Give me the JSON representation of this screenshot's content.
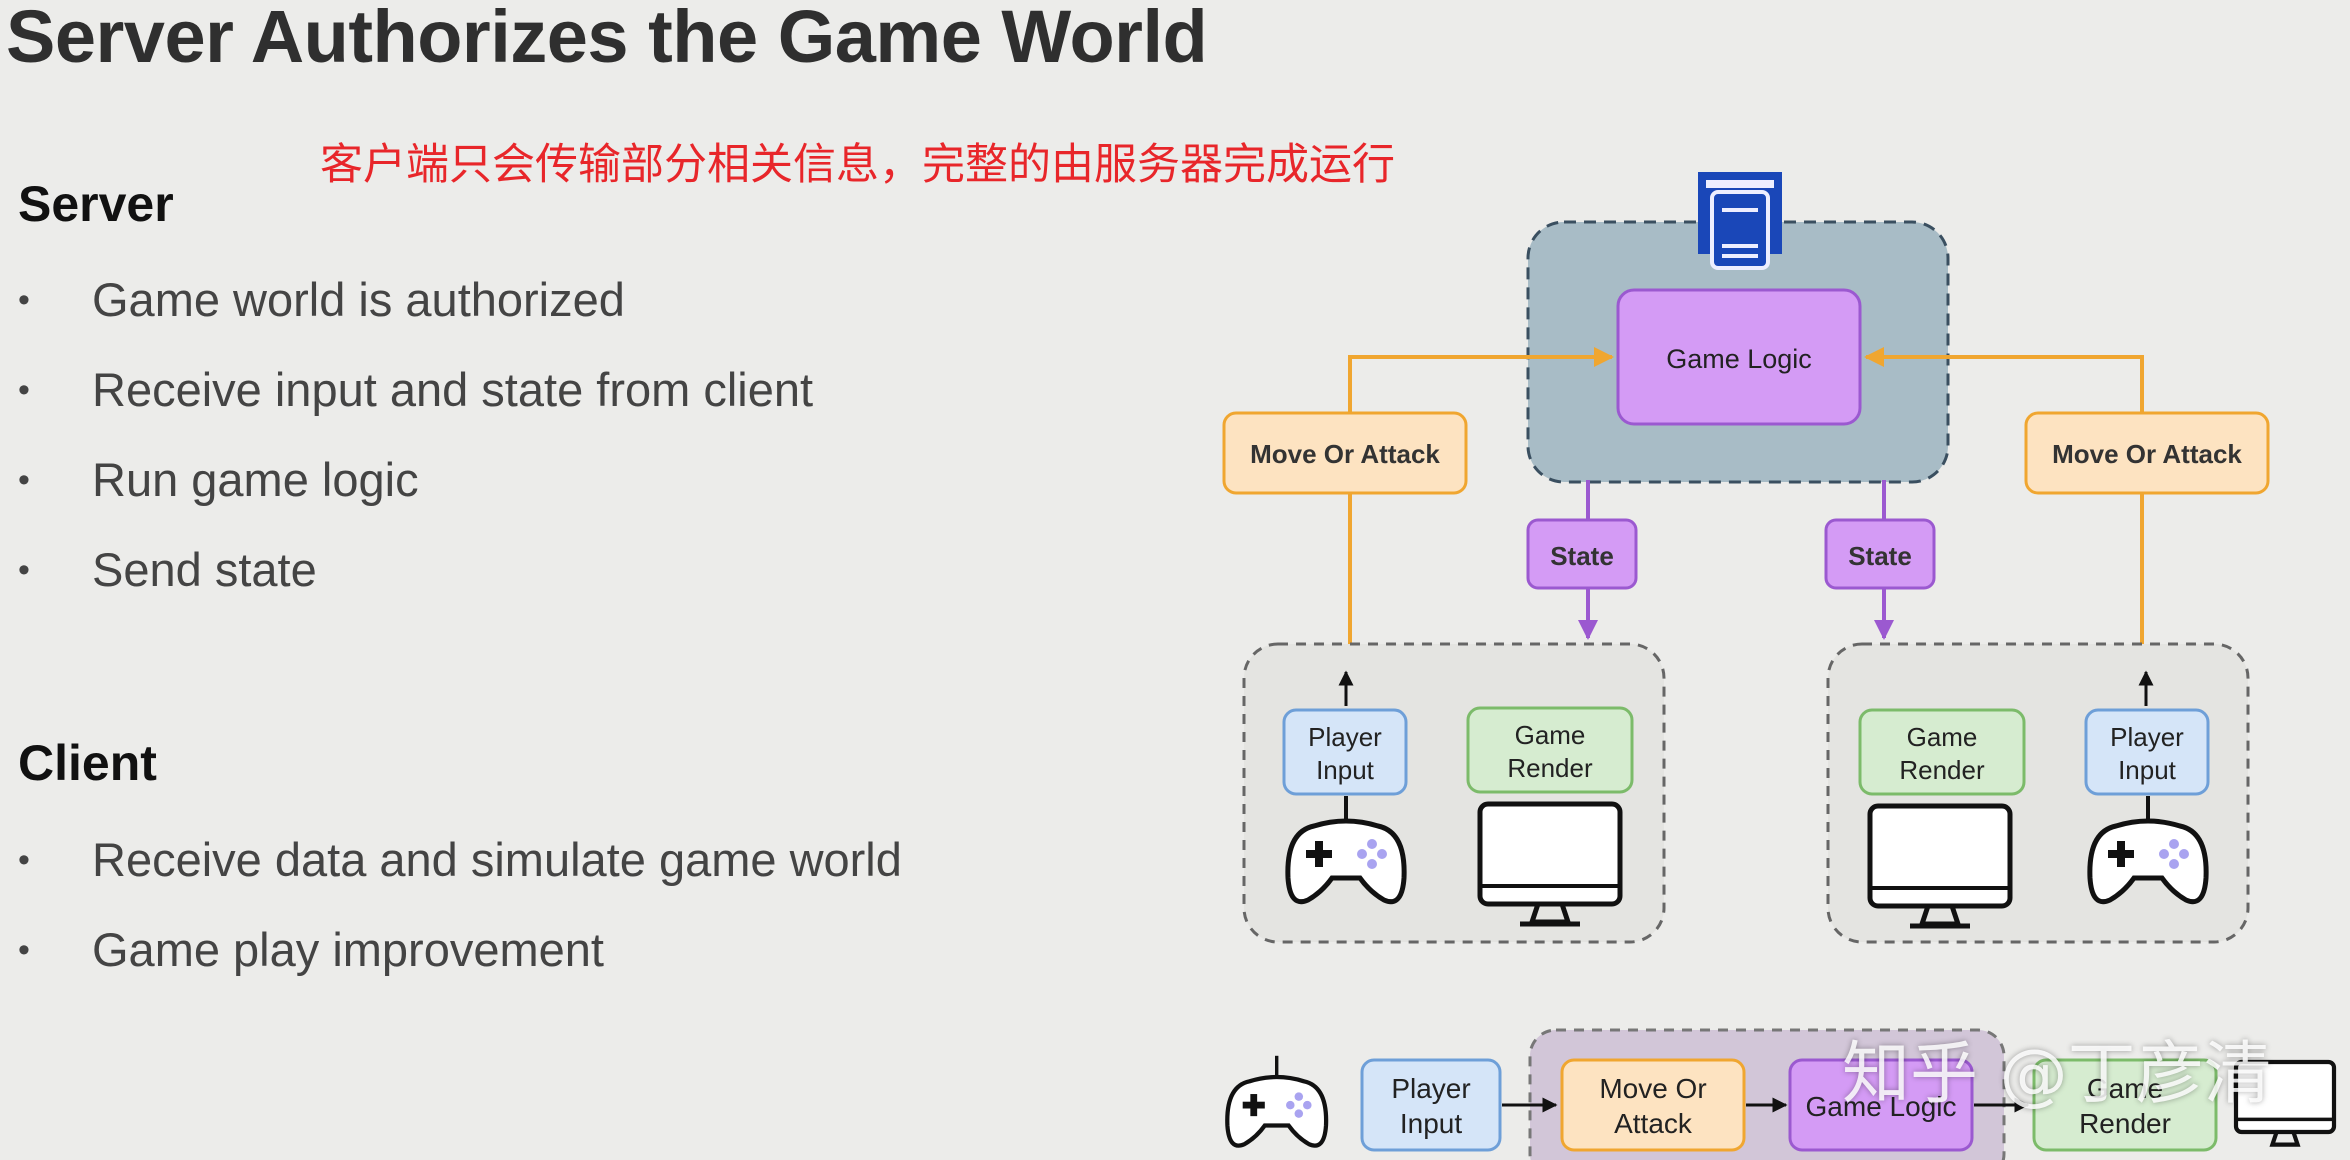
{
  "title": "Server Authorizes the Game World",
  "annotation": "客户端只会传输部分相关信息，完整的由服务器完成运行",
  "server": {
    "heading": "Server",
    "bullets": [
      "Game world is authorized",
      "Receive input and state from client",
      "Run game logic",
      "Send state"
    ]
  },
  "client": {
    "heading": "Client",
    "bullets": [
      "Receive data and simulate game world",
      "Game play improvement"
    ]
  },
  "diagram": {
    "game_logic": "Game Logic",
    "move_or_attack_left": "Move Or Attack",
    "move_or_attack_right": "Move Or Attack",
    "state_left": "State",
    "state_right": "State",
    "client_left": {
      "player_input": [
        "Player",
        "Input"
      ],
      "game_render": [
        "Game",
        "Render"
      ]
    },
    "client_right": {
      "game_render": [
        "Game",
        "Render"
      ],
      "player_input": [
        "Player",
        "Input"
      ]
    },
    "pipeline": {
      "player_input": [
        "Player",
        "Input"
      ],
      "move_or_attack": [
        "Move Or",
        "Attack"
      ],
      "game_logic": "Game Logic",
      "game_render": [
        "Game",
        "Render"
      ]
    },
    "colors": {
      "orange_fill": "#fde3c1",
      "orange_stroke": "#f0a630",
      "purple_fill": "#d49bf5",
      "purple_stroke": "#9b59d0",
      "blue_fill": "#d5e5f8",
      "blue_stroke": "#6e9fd8",
      "green_fill": "#d6ecd0",
      "green_stroke": "#7cbb6a",
      "server_fill": "#a8bcc6",
      "server_icon": "#1a47b8"
    }
  },
  "watermark": "知乎 @丁彦清"
}
